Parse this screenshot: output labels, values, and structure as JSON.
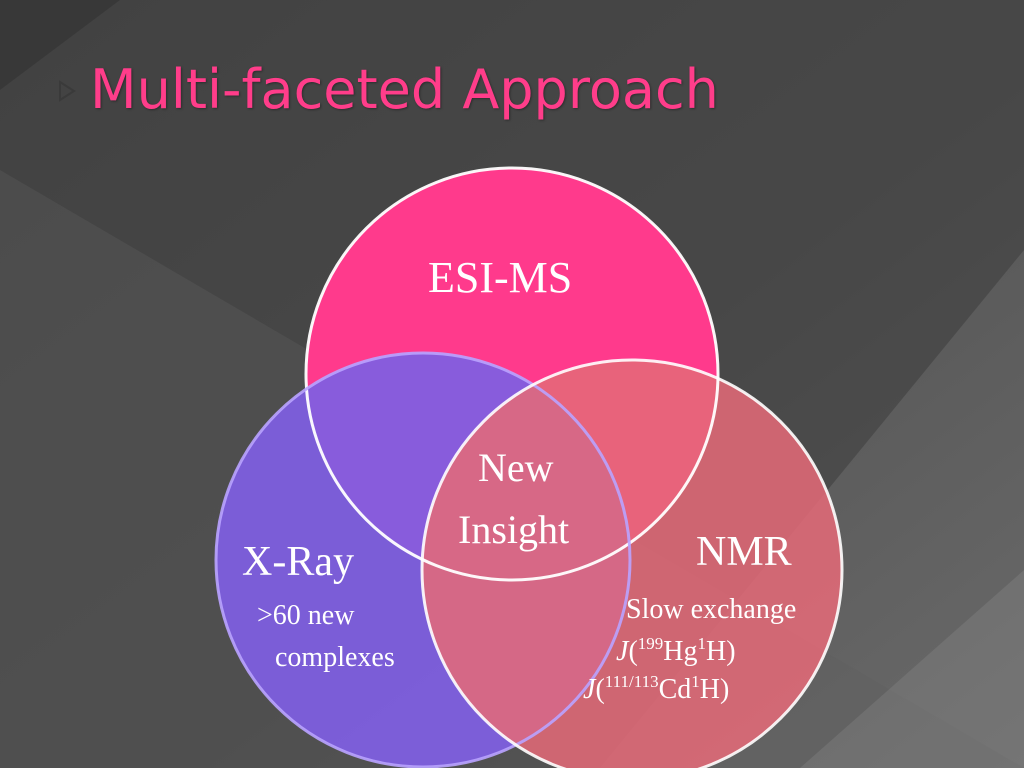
{
  "slide": {
    "title": "Multi-faceted Approach"
  },
  "diagram": {
    "circles": [
      {
        "name": "ESI-MS",
        "color": "#ff3a8c",
        "details": []
      },
      {
        "name": "X-Ray",
        "color": "#8355dc",
        "details": [
          ">60 new",
          "complexes"
        ]
      },
      {
        "name": "NMR",
        "color": "#d4707e",
        "details": [
          "Slow exchange",
          "J(199Hg1H)",
          "J(111/113Cd1H)"
        ]
      }
    ],
    "center": [
      "New",
      "Insight"
    ],
    "nmr_coupling_1": {
      "italic": "J",
      "open": "(",
      "sup1": "199",
      "el1": "Hg",
      "sup2": "1",
      "el2": "H",
      "close": ")"
    },
    "nmr_coupling_2": {
      "italic": "J",
      "open": "(",
      "sup1": "111/113",
      "el1": "Cd",
      "sup2": "1",
      "el2": "H",
      "close": ")"
    }
  },
  "colors": {
    "background_dark": "#3a3a3a",
    "background_light": "#6e6e6e",
    "title": "#ff3d8a",
    "circle_outline": "#ffffff"
  }
}
